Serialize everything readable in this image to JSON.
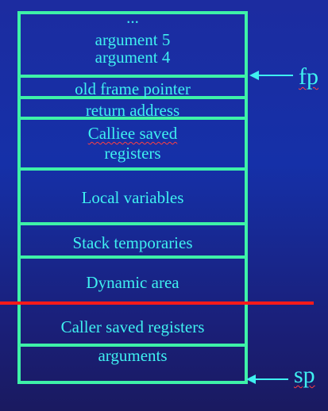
{
  "stack": {
    "cells": [
      {
        "lines": [
          "...",
          "argument 5",
          "argument 4"
        ]
      },
      {
        "lines": [
          "old frame pointer"
        ]
      },
      {
        "lines": [
          "return address"
        ]
      },
      {
        "lines": [
          "Calliee saved",
          "registers"
        ]
      },
      {
        "lines": [
          "Local variables"
        ]
      },
      {
        "lines": [
          "Stack temporaries"
        ]
      },
      {
        "lines": [
          "Dynamic area"
        ]
      },
      {
        "lines": [
          "Caller saved registers"
        ]
      },
      {
        "lines": [
          "arguments"
        ]
      }
    ]
  },
  "pointers": {
    "fp": {
      "label": "fp"
    },
    "sp": {
      "label": "sp"
    }
  },
  "colors": {
    "border": "#3ef2a8",
    "text": "#3ff0f0",
    "boundary_line": "#ff1a1a"
  }
}
